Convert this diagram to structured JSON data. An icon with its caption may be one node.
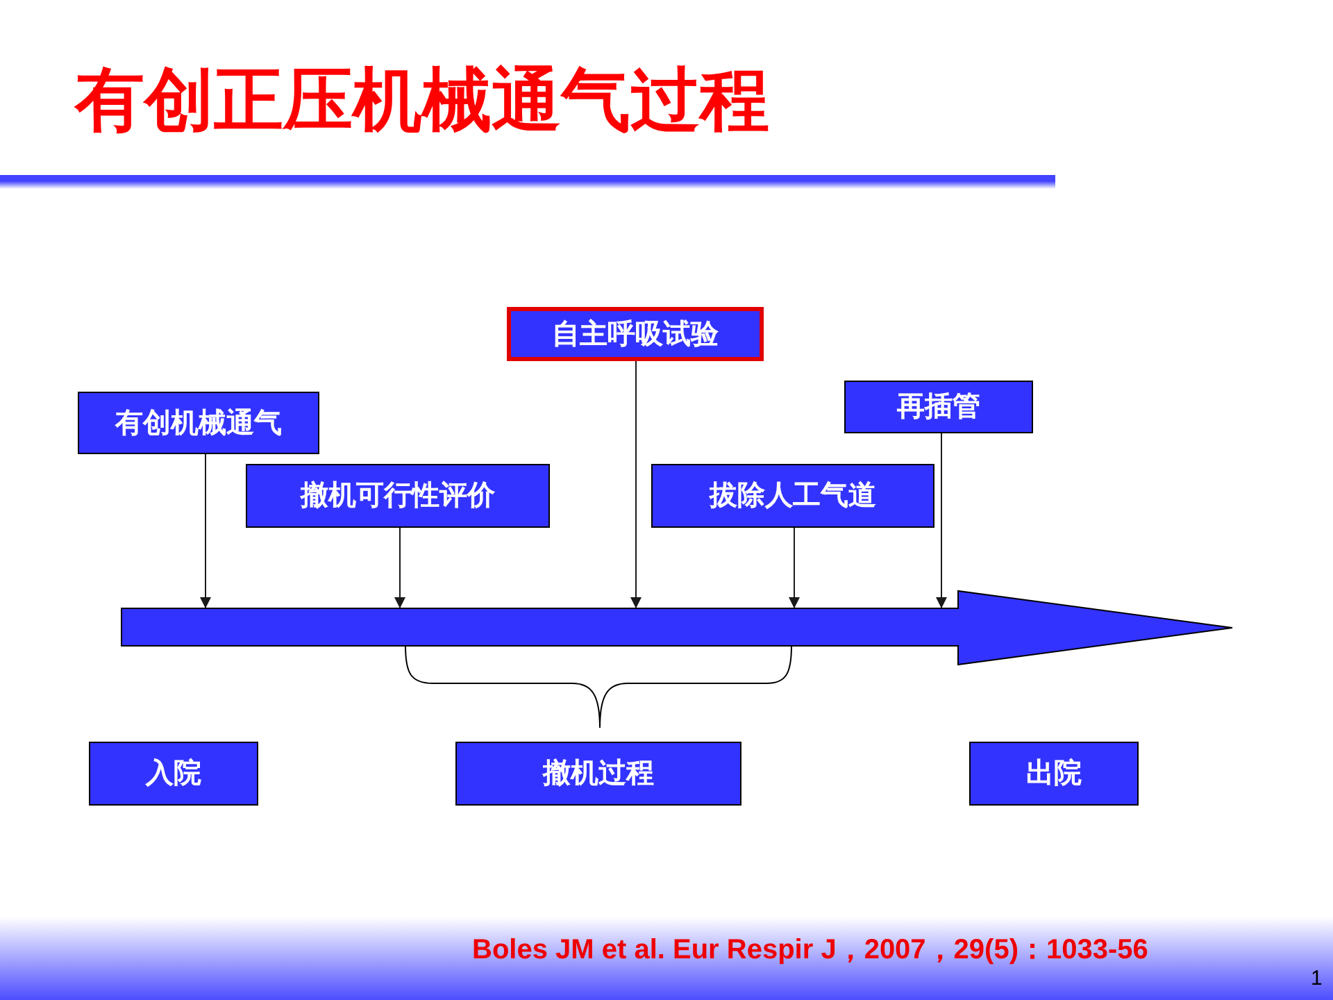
{
  "diagram": {
    "title": "有创正压机械通气过程",
    "nodes": [
      {
        "text": [
          "自主呼吸试验"
        ]
      },
      {
        "text": [
          "再插管"
        ]
      },
      {
        "text": [
          "有创机械通气"
        ]
      },
      {
        "text": [
          "撤机可行性评价"
        ]
      },
      {
        "text": [
          "拔除人工气道"
        ]
      },
      {
        "text": [],
        "shape": "arrow"
      },
      {
        "text": [
          "入院"
        ]
      },
      {
        "text": [
          "撤机过程"
        ]
      },
      {
        "text": [
          "出院"
        ]
      }
    ],
    "edges": [
      {
        "from": 2,
        "to": 5,
        "arrow": "to"
      },
      {
        "from": 3,
        "to": 5,
        "arrow": "to"
      },
      {
        "from": 0,
        "to": 5,
        "arrow": "to"
      },
      {
        "from": 4,
        "to": 5,
        "arrow": "to"
      },
      {
        "from": 1,
        "to": 5,
        "arrow": "to"
      }
    ],
    "labels": [
      "Boles JM et al. Eur Respir J，2007，29(5)：1033-56",
      "1"
    ]
  }
}
